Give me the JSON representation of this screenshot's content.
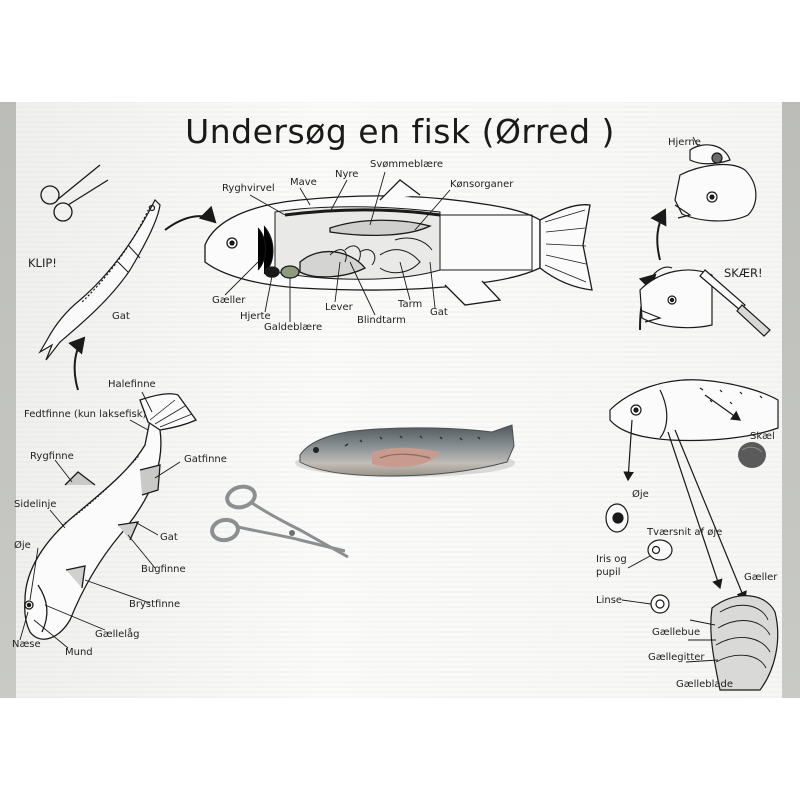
{
  "poster": {
    "title": "Undersøg en fisk (Ørred )",
    "instructions": {
      "cut": "KLIP!",
      "slice": "SKÆR!"
    },
    "anatomy_labels": {
      "rygvirvel": "Ryghvirvel",
      "mave": "Mave",
      "nyre": "Nyre",
      "svommeblaere": "Svømmeblære",
      "konsorganer": "Kønsorganer",
      "gaeller_mid": "Gæller",
      "hjerte": "Hjerte",
      "galdeblaere": "Galdeblære",
      "lever": "Lever",
      "blindtarm": "Blindtarm",
      "tarm": "Tarm",
      "gat_mid": "Gat",
      "gat_left": "Gat"
    },
    "external_labels": {
      "halefinne": "Halefinne",
      "fedtfinne": "Fedtfinne (kun laksefisk)",
      "rygfinne": "Rygfinne",
      "gatfinne": "Gatfinne",
      "sidelinje": "Sidelinje",
      "gat": "Gat",
      "oje": "Øje",
      "bugfinne": "Bugfinne",
      "brystfinne": "Brystfinne",
      "gaellelag": "Gællelåg",
      "naese": "Næse",
      "mund": "Mund"
    },
    "head_labels": {
      "hjerne": "Hjerne",
      "skael": "Skæl",
      "oje": "Øje",
      "tvaersnit": "Tværsnit af øje",
      "iris": "Iris og",
      "pupil": "pupil",
      "linse": "Linse",
      "gaeller": "Gæller",
      "gaellebue": "Gællebue",
      "gaellegitter": "Gællegitter",
      "gaelleblade": "Gælleblade"
    }
  },
  "colors": {
    "background": "#c5c6c2",
    "poster": "#f7f7f5",
    "ink": "#1a1a1a",
    "trout_back": "#5d6468",
    "trout_belly": "#b9b4ae",
    "trout_flesh": "#c99a8e",
    "scissors_metal": "#8c8f91"
  },
  "icons": [
    "scissors-icon",
    "knife-icon",
    "arrow-icon"
  ]
}
